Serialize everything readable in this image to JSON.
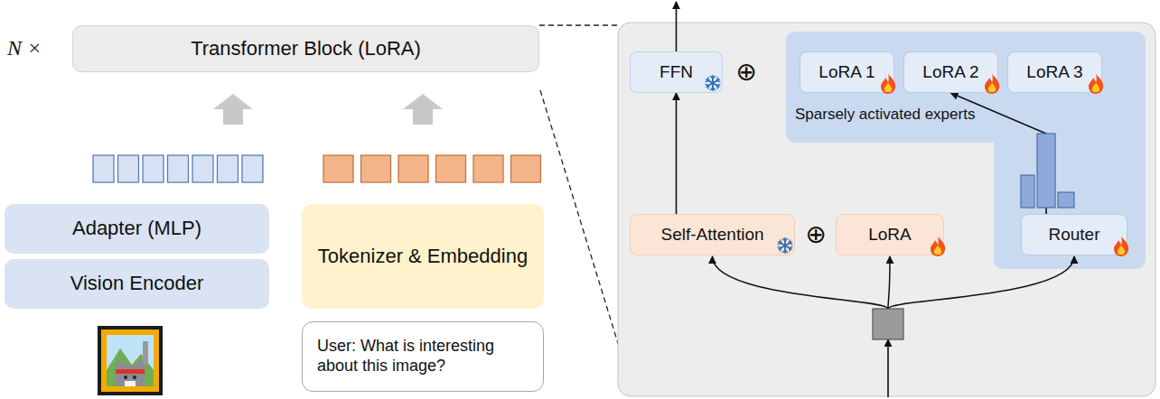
{
  "diagram": {
    "nodes": [
      {
        "text": [
          "Transformer Block (LoRA)"
        ]
      },
      {
        "text": [
          "Adapter (MLP)"
        ]
      },
      {
        "text": [
          "Vision Encoder"
        ]
      },
      {
        "text": [
          "Tokenizer & Embedding"
        ]
      },
      {
        "text": [
          "User: What is interesting about this image?"
        ]
      },
      {
        "text": [
          "FFN"
        ]
      },
      {
        "text": [
          "Sparsely activated experts"
        ]
      },
      {
        "text": [
          "LoRA 1"
        ],
        "in": 6
      },
      {
        "text": [
          "LoRA 2"
        ],
        "in": 6
      },
      {
        "text": [
          "LoRA 3"
        ],
        "in": 6
      },
      {
        "text": [
          "Self-Attention"
        ]
      },
      {
        "text": [
          "LoRA"
        ]
      },
      {
        "text": [
          "Router"
        ],
        "in": 6
      }
    ],
    "edges": [
      {
        "from": 10,
        "to": 5,
        "arrow": "to"
      },
      {
        "from": 12,
        "to": 8,
        "arrow": "to"
      }
    ],
    "labels": [
      "N ×",
      "⊕",
      "⊕"
    ]
  }
}
